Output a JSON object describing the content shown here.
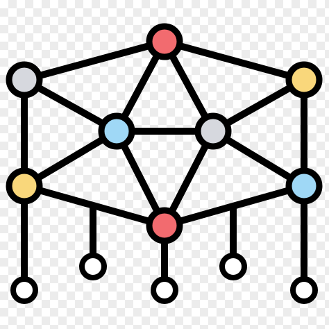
{
  "diagram": {
    "type": "network-icon",
    "colors": {
      "stroke": "#000000",
      "red": "#f26b6f",
      "gray": "#d6d8de",
      "yellow": "#f9d77b",
      "blue": "#9fd8f6",
      "white": "#ffffff"
    },
    "nodes": [
      {
        "id": "top-red",
        "color": "red",
        "kind": "hub"
      },
      {
        "id": "upper-left-gray",
        "color": "gray",
        "kind": "hub"
      },
      {
        "id": "upper-right-yellow",
        "color": "yellow",
        "kind": "hub"
      },
      {
        "id": "center-left-blue",
        "color": "blue",
        "kind": "hub"
      },
      {
        "id": "center-right-gray",
        "color": "gray",
        "kind": "hub"
      },
      {
        "id": "lower-left-yellow",
        "color": "yellow",
        "kind": "hub"
      },
      {
        "id": "lower-right-blue",
        "color": "blue",
        "kind": "hub"
      },
      {
        "id": "bottom-red",
        "color": "red",
        "kind": "hub"
      },
      {
        "id": "term-far-left",
        "color": "white",
        "kind": "terminal"
      },
      {
        "id": "term-mid-left",
        "color": "white",
        "kind": "terminal"
      },
      {
        "id": "term-center",
        "color": "white",
        "kind": "terminal"
      },
      {
        "id": "term-mid-right",
        "color": "white",
        "kind": "terminal"
      },
      {
        "id": "term-far-right",
        "color": "white",
        "kind": "terminal"
      }
    ]
  }
}
